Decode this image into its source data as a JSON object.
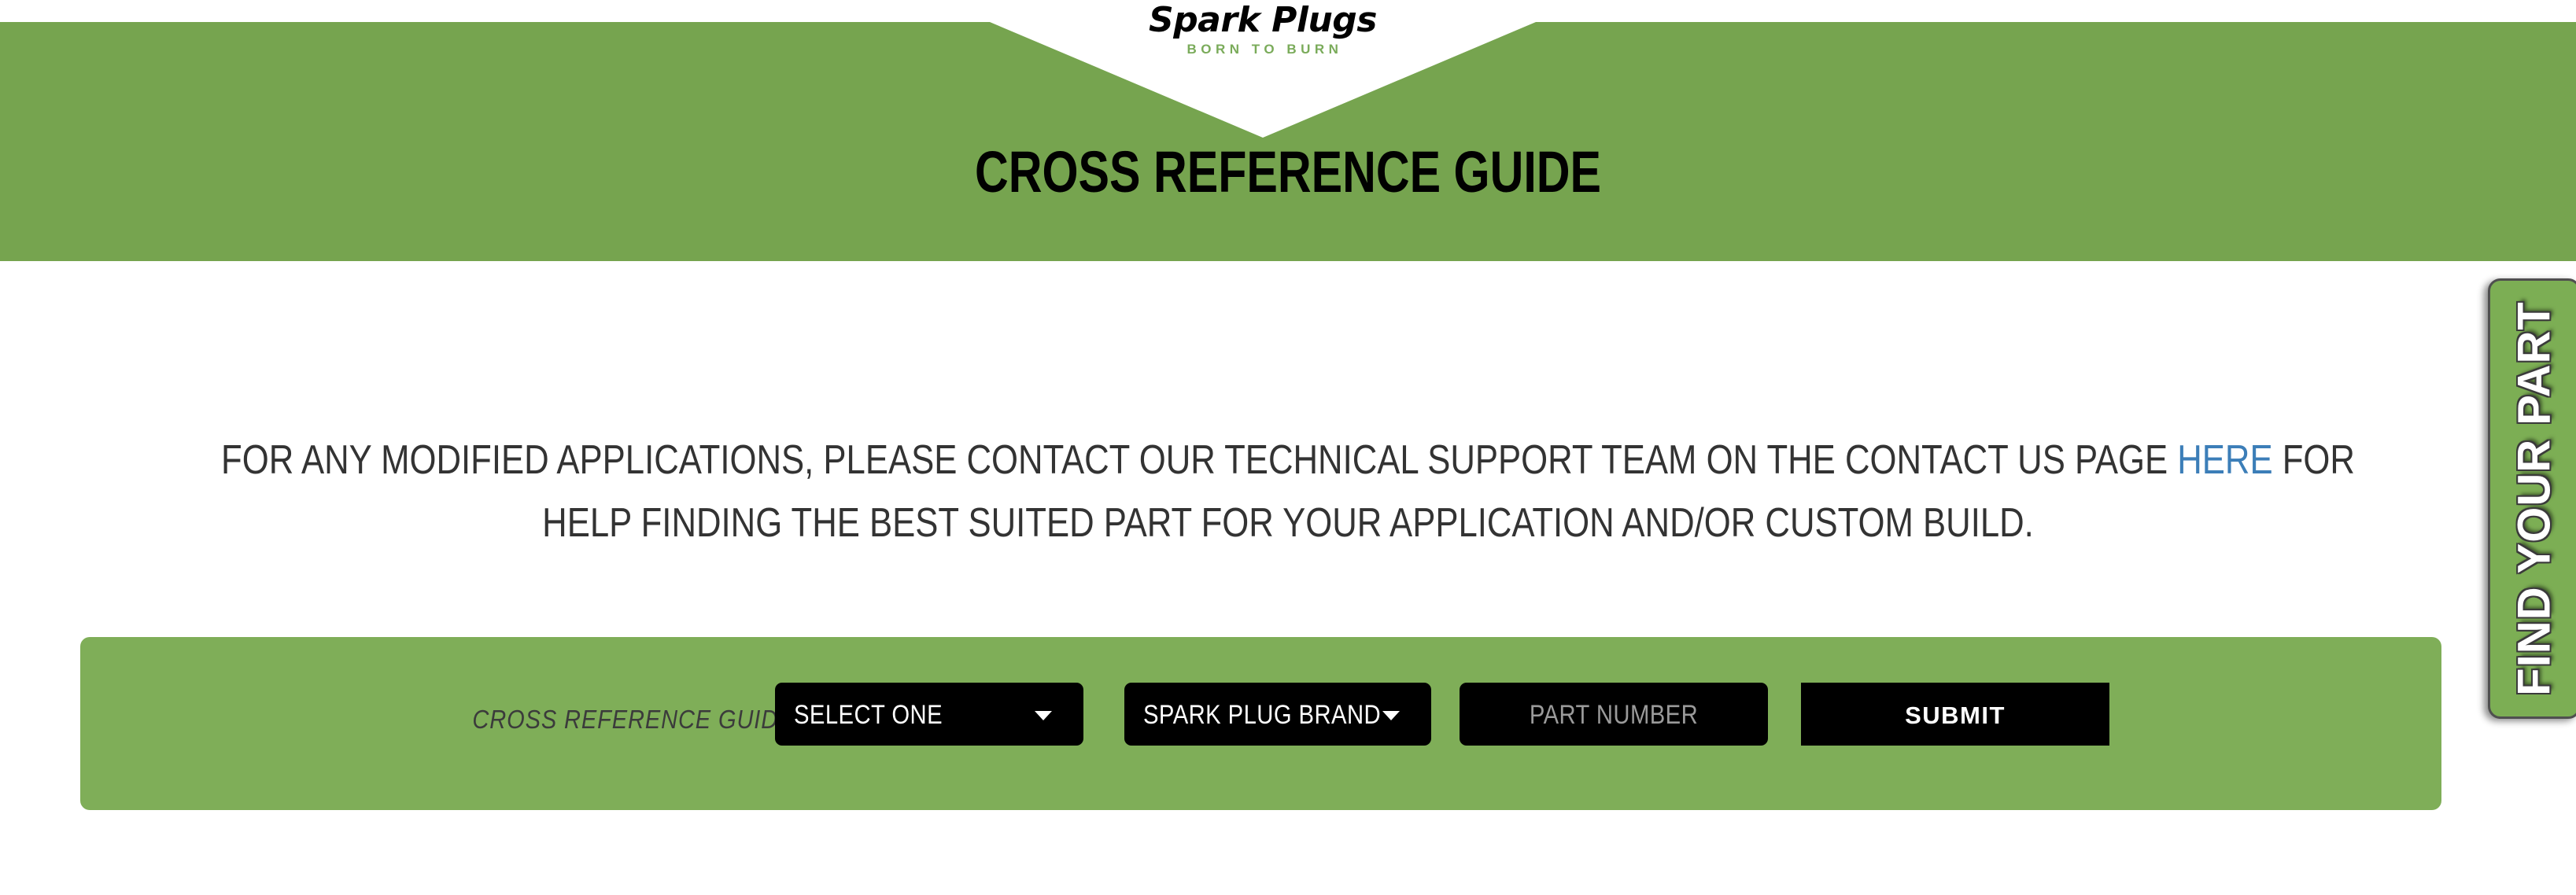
{
  "colors": {
    "brand_green": "#76a44f",
    "bar_green": "#7fae58",
    "tab_green": "#7cae54",
    "link_blue": "#3c7eb8",
    "body_text": "#333333",
    "field_black": "#000000",
    "placeholder_gray": "#9a9a9a",
    "tagline_green": "#7aab5a"
  },
  "logo": {
    "wordmark": "Spark Plugs",
    "tagline": "BORN TO BURN"
  },
  "header": {
    "title": "CROSS REFERENCE GUIDE"
  },
  "intro": {
    "line1_before": "FOR ANY MODIFIED APPLICATIONS, PLEASE CONTACT OUR TECHNICAL SUPPORT TEAM ON THE CONTACT US PAGE ",
    "link_text": "HERE",
    "line1_after": " FOR HELP FINDING THE BEST SUITED PART FOR YOUR APPLICATION AND/OR CUSTOM BUILD."
  },
  "form": {
    "label": "CROSS REFERENCE GUIDE",
    "select_one": {
      "value": "SELECT ONE",
      "icon": "chevron-down-icon"
    },
    "brand_select": {
      "value": "SPARK PLUG BRAND",
      "icon": "chevron-down-icon"
    },
    "part_number": {
      "value": "",
      "placeholder": "PART NUMBER"
    },
    "submit_label": "SUBMIT"
  },
  "side_tab": {
    "label": "FIND YOUR PART"
  }
}
